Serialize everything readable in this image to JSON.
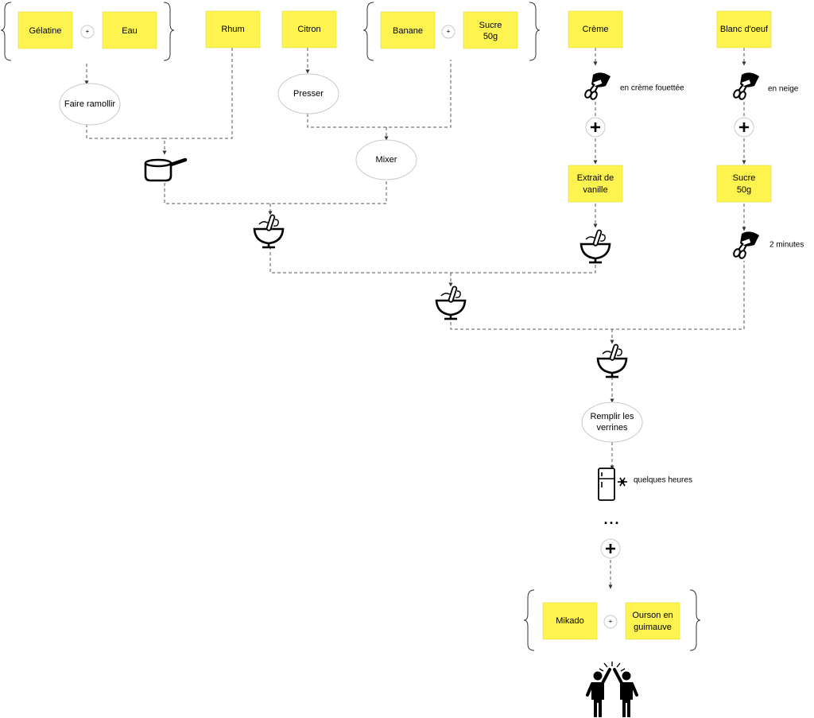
{
  "notes": {
    "gelatine": "Gélatine",
    "eau": "Eau",
    "rhum": "Rhum",
    "citron": "Citron",
    "banane": "Banane",
    "sucre1_l1": "Sucre",
    "sucre1_l2": "50g",
    "creme": "Crème",
    "blanc": "Blanc d'oeuf",
    "vanille_l1": "Extrait de",
    "vanille_l2": "vanille",
    "sucre2_l1": "Sucre",
    "sucre2_l2": "50g",
    "mikado": "Mikado",
    "ourson_l1": "Ourson en",
    "ourson_l2": "guimauve"
  },
  "steps": {
    "ramollir": "Faire ramollir",
    "presser": "Presser",
    "mixer": "Mixer",
    "remplir_l1": "Remplir les",
    "remplir_l2": "verrines"
  },
  "side_labels": {
    "fouettee": "en crème fouettée",
    "neige": "en neige",
    "minutes": "2 minutes",
    "heures": "quelques heures",
    "ellipsis": "..."
  },
  "icons": {
    "pot": "saucepan-icon",
    "bowl": "mixing-bowl-icon",
    "mixer": "hand-mixer-icon",
    "fridge": "fridge-icon",
    "snow": "snowflake-icon",
    "plus": "plus-icon",
    "celebrate": "high-five-icon"
  },
  "colors": {
    "note": "#fff44f",
    "line": "#555555"
  }
}
